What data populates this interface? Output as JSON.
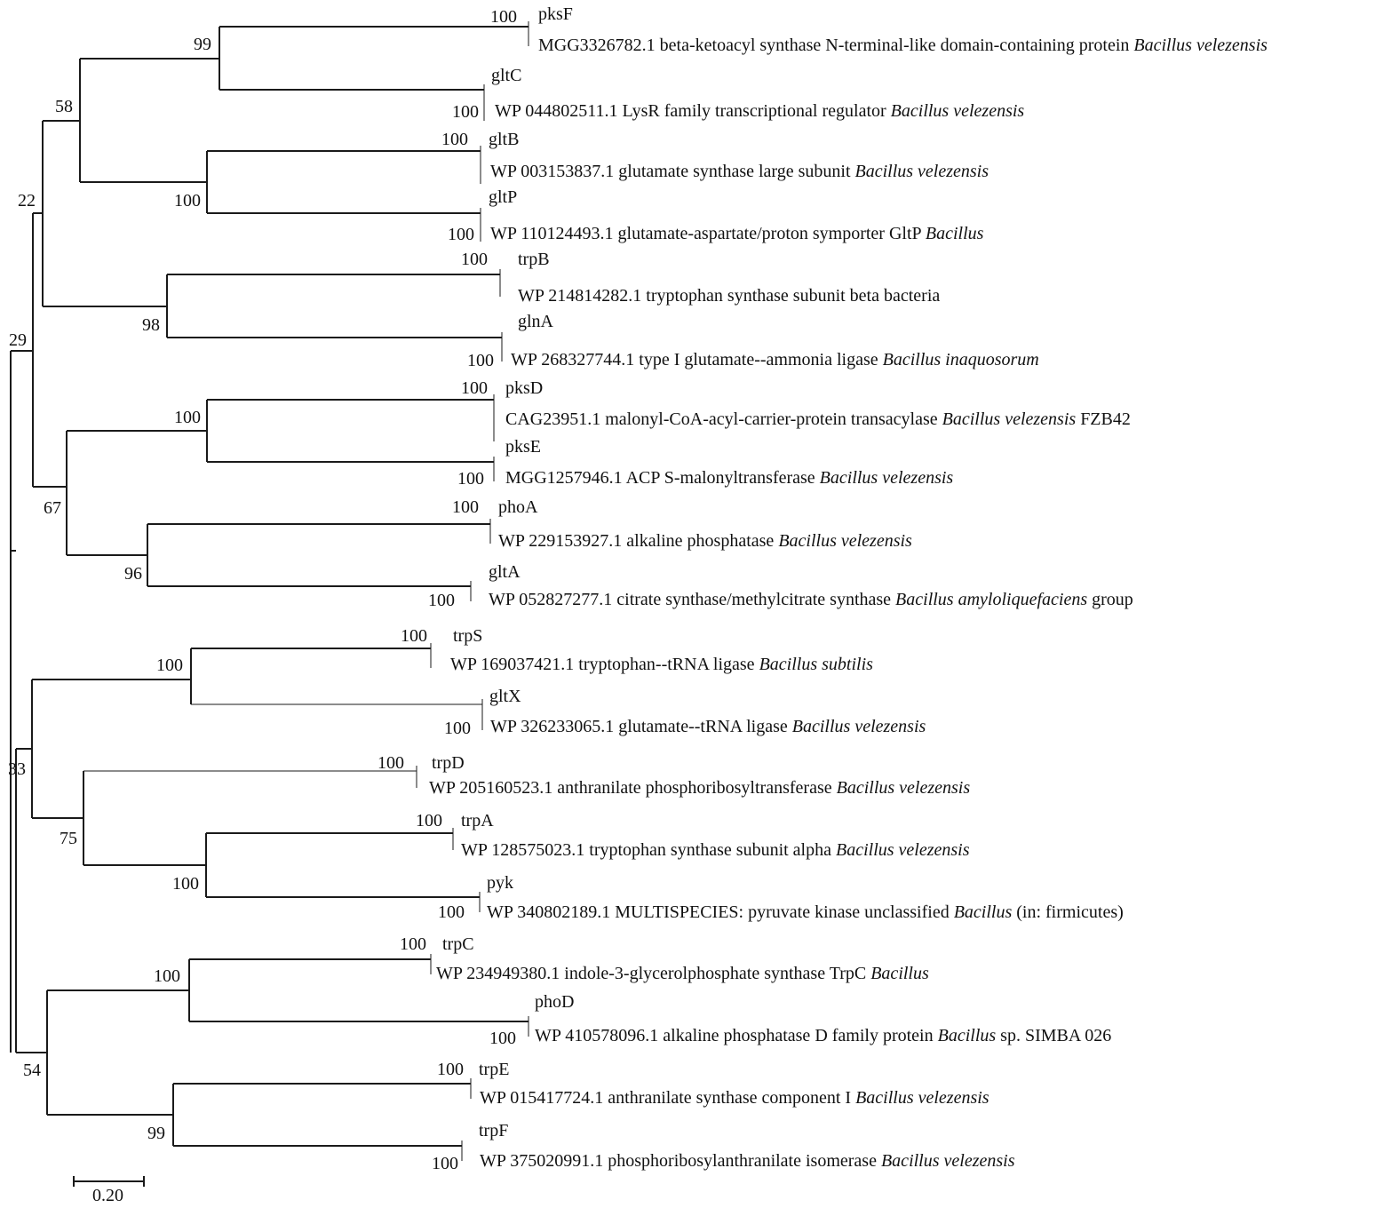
{
  "tree": {
    "leaves": [
      {
        "gene": "pksF",
        "desc": "MGG3326782.1 beta-ketoacyl synthase N-terminal-like domain-containing protein",
        "species": "Bacillus velezensis",
        "tail": ""
      },
      {
        "gene": "gltC",
        "desc": "WP 044802511.1 LysR family transcriptional regulator",
        "species": "Bacillus velezensis",
        "tail": ""
      },
      {
        "gene": "gltB",
        "desc": "WP 003153837.1 glutamate synthase large subunit",
        "species": "Bacillus velezensis",
        "tail": ""
      },
      {
        "gene": "gltP",
        "desc": "WP 110124493.1 glutamate-aspartate/proton symporter GltP",
        "species": "Bacillus",
        "tail": ""
      },
      {
        "gene": "trpB",
        "desc": "WP 214814282.1 tryptophan synthase subunit beta bacteria",
        "species": "",
        "tail": ""
      },
      {
        "gene": "glnA",
        "desc": "WP 268327744.1 type I glutamate--ammonia ligase",
        "species": "Bacillus inaquosorum",
        "tail": ""
      },
      {
        "gene": "pksD",
        "desc": "CAG23951.1 malonyl-CoA-acyl-carrier-protein transacylase",
        "species": "Bacillus velezensis",
        "tail": "FZB42"
      },
      {
        "gene": "pksE",
        "desc": "MGG1257946.1 ACP S-malonyltransferase",
        "species": "Bacillus velezensis",
        "tail": ""
      },
      {
        "gene": "phoA",
        "desc": "WP 229153927.1 alkaline phosphatase",
        "species": "Bacillus velezensis",
        "tail": ""
      },
      {
        "gene": "gltA",
        "desc": "WP 052827277.1 citrate synthase/methylcitrate synthase",
        "species": "Bacillus amyloliquefaciens",
        "tail": "group"
      },
      {
        "gene": "trpS",
        "desc": "WP 169037421.1 tryptophan--tRNA ligase",
        "species": "Bacillus subtilis",
        "tail": ""
      },
      {
        "gene": "gltX",
        "desc": "WP 326233065.1 glutamate--tRNA ligase",
        "species": "Bacillus velezensis",
        "tail": ""
      },
      {
        "gene": "trpD",
        "desc": "WP 205160523.1 anthranilate phosphoribosyltransferase",
        "species": "Bacillus velezensis",
        "tail": ""
      },
      {
        "gene": "trpA",
        "desc": "WP 128575023.1 tryptophan synthase subunit alpha",
        "species": "Bacillus velezensis",
        "tail": ""
      },
      {
        "gene": "pyk",
        "desc": "WP 340802189.1 MULTISPECIES: pyruvate kinase unclassified",
        "species": "Bacillus",
        "tail": "(in: firmicutes)"
      },
      {
        "gene": "trpC",
        "desc": "WP 234949380.1 indole-3-glycerolphosphate synthase TrpC",
        "species": "Bacillus",
        "tail": ""
      },
      {
        "gene": "phoD",
        "desc": "WP 410578096.1 alkaline phosphatase D family protein",
        "species": "Bacillus",
        "tail": "sp. SIMBA 026"
      },
      {
        "gene": "trpE",
        "desc": "WP 015417724.1 anthranilate synthase component I",
        "species": "Bacillus velezensis",
        "tail": ""
      },
      {
        "gene": "trpF",
        "desc": "WP 375020991.1 phosphoribosylanthranilate isomerase",
        "species": "Bacillus velezensis",
        "tail": ""
      }
    ],
    "pair_bootstrap": [
      "100",
      "100",
      "100",
      "100",
      "100",
      "100",
      "100",
      "100",
      "100",
      "100",
      "100",
      "100",
      "100",
      "100",
      "100",
      "100",
      "100",
      "100",
      "100"
    ],
    "inner_bootstrap": {
      "pksF_gltC": "99",
      "gltB_gltP": "100",
      "upper_A": "58",
      "trpB_glnA": "98",
      "upper_B": "22",
      "pksD_pksE": "100",
      "phoA_gltA": "96",
      "mid_C": "67",
      "upper_root": "29",
      "trpS_gltX": "100",
      "trpA_pyk": "100",
      "trpD_group": "75",
      "mid_D": "33",
      "trpC_phoD": "100",
      "trpE_trpF": "99",
      "lower_E": "54"
    },
    "scale_bar": {
      "label": "0.20",
      "value": 0.2
    }
  }
}
